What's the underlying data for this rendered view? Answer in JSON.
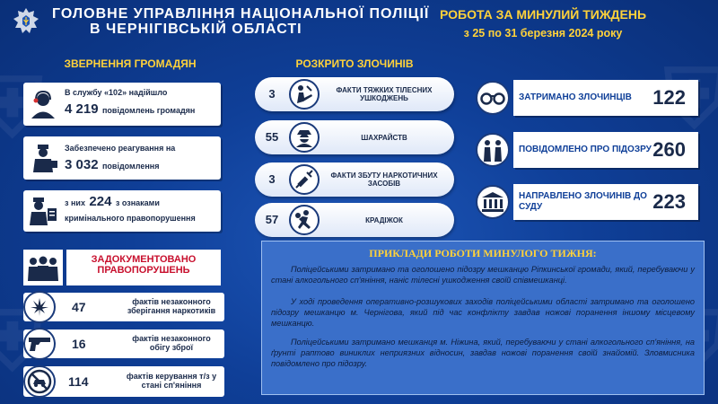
{
  "header": {
    "title_line1": "ГОЛОВНЕ УПРАВЛІННЯ НАЦІОНАЛЬНОЇ ПОЛІЦІЇ",
    "title_line2": "В ЧЕРНІГІВСЬКІЙ ОБЛАСТІ",
    "period_title": "РОБОТА ЗА МИНУЛИЙ ТИЖДЕНЬ",
    "period_dates": "з 25 по 31 березня 2024 року"
  },
  "appeals": {
    "title": "ЗВЕРНЕННЯ ГРОМАДЯН",
    "items": [
      {
        "pre": "В службу «102» надійшло",
        "num": "4 219",
        "post": "повідомлень громадян"
      },
      {
        "pre": "Забезпечено реагування на",
        "num": "3 032",
        "post": "повідомлення"
      },
      {
        "pre": "з них",
        "num": "224",
        "post": "з ознаками",
        "post2": "кримінального правопорушення"
      }
    ]
  },
  "documented": {
    "title": "ЗАДОКУМЕНТОВАНО ПРАВОПОРУШЕНЬ",
    "items": [
      {
        "num": "47",
        "label": "фактів незаконного зберігання наркотиків"
      },
      {
        "num": "16",
        "label": "фактів незаконного обігу зброї"
      },
      {
        "num": "114",
        "label": "фактів керування т/з у стані сп'яніння"
      }
    ]
  },
  "solved": {
    "title": "РОЗКРИТО ЗЛОЧИНІВ",
    "items": [
      {
        "num": "3",
        "label": "ФАКТИ ТЯЖКИХ ТІЛЕСНИХ УШКОДЖЕНЬ",
        "icon": "injury-icon"
      },
      {
        "num": "55",
        "label": "ШАХРАЙСТВ",
        "icon": "fraud-icon"
      },
      {
        "num": "3",
        "label": "ФАКТИ ЗБУТУ НАРКОТИЧНИХ ЗАСОБІВ",
        "icon": "syringe-icon"
      },
      {
        "num": "57",
        "label": "КРАДІЖОК",
        "icon": "thief-icon"
      }
    ]
  },
  "results": [
    {
      "label": "ЗАТРИМАНО ЗЛОЧИНЦІВ",
      "value": "122",
      "icon": "handcuffs-icon"
    },
    {
      "label": "ПОВІДОМЛЕНО ПРО ПІДОЗРУ",
      "value": "260",
      "icon": "suspects-icon"
    },
    {
      "label": "НАПРАВЛЕНО ЗЛОЧИНІВ ДО СУДУ",
      "value": "223",
      "icon": "court-icon"
    }
  ],
  "examples": {
    "title": "ПРИКЛАДИ РОБОТИ МИНУЛОГО ТИЖНЯ:",
    "paragraphs": [
      "Поліцейськими затримано та оголошено підозру мешканцю Ріпкинської громади, який, перебуваючи у стані алкогольного сп'яніння, наніс тілесні ушкодження своїй співмешканці.",
      "У ході проведення оперативно-розшукових заходів поліцейськими області затримано та оголошено підозру мешканцю м. Чернігова, який під час конфлікту завдав ножові поранення іншому місцевому мешканцю.",
      "Поліцейськими затримано мешканця м. Ніжина, який, перебуваючи у стані алкогольного сп'яніння, на ґрунті раптово виниклих неприязних відносин, завдав ножові поранення своїй знайомій. Зловмисника повідомлено про підозру."
    ]
  },
  "colors": {
    "accent": "#ffd23a",
    "background": "#0f3f98",
    "text_dark": "#1a2a4a"
  }
}
